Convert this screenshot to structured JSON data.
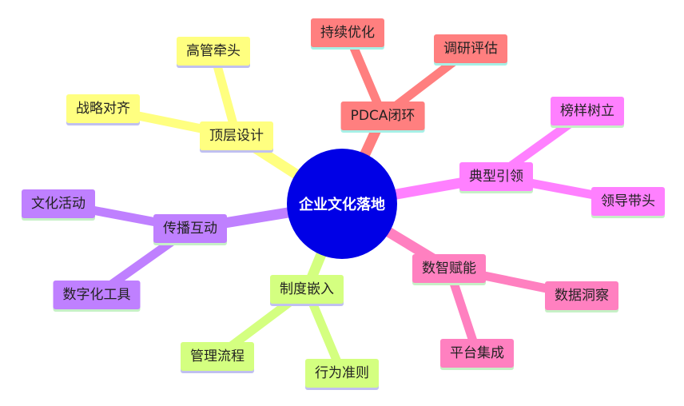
{
  "center": {
    "label": "企业文化落地",
    "color": "#0000e6"
  },
  "branches": [
    {
      "label": "PDCA闭环",
      "color": "#ff7f7f",
      "underline": "#a6f0e6",
      "children": [
        {
          "label": "持续优化"
        },
        {
          "label": "调研评估"
        }
      ]
    },
    {
      "label": "典型引领",
      "color": "#ff80ff",
      "underline": "#c6f0c6",
      "children": [
        {
          "label": "榜样树立"
        },
        {
          "label": "领导带头"
        }
      ]
    },
    {
      "label": "数智赋能",
      "color": "#ff80c0",
      "underline": "#c6f0c6",
      "children": [
        {
          "label": "数据洞察"
        },
        {
          "label": "平台集成"
        }
      ]
    },
    {
      "label": "制度嵌入",
      "color": "#d4ff80",
      "underline": "#c0c0f0",
      "children": [
        {
          "label": "管理流程"
        },
        {
          "label": "行为准则"
        }
      ]
    },
    {
      "label": "传播互动",
      "color": "#bf80ff",
      "underline": "#c6f0c6",
      "children": [
        {
          "label": "文化活动"
        },
        {
          "label": "数字化工具"
        }
      ]
    },
    {
      "label": "顶层设计",
      "color": "#ffff80",
      "underline": "#c0c0f0",
      "children": [
        {
          "label": "战略对齐"
        },
        {
          "label": "高管牵头"
        }
      ]
    }
  ]
}
